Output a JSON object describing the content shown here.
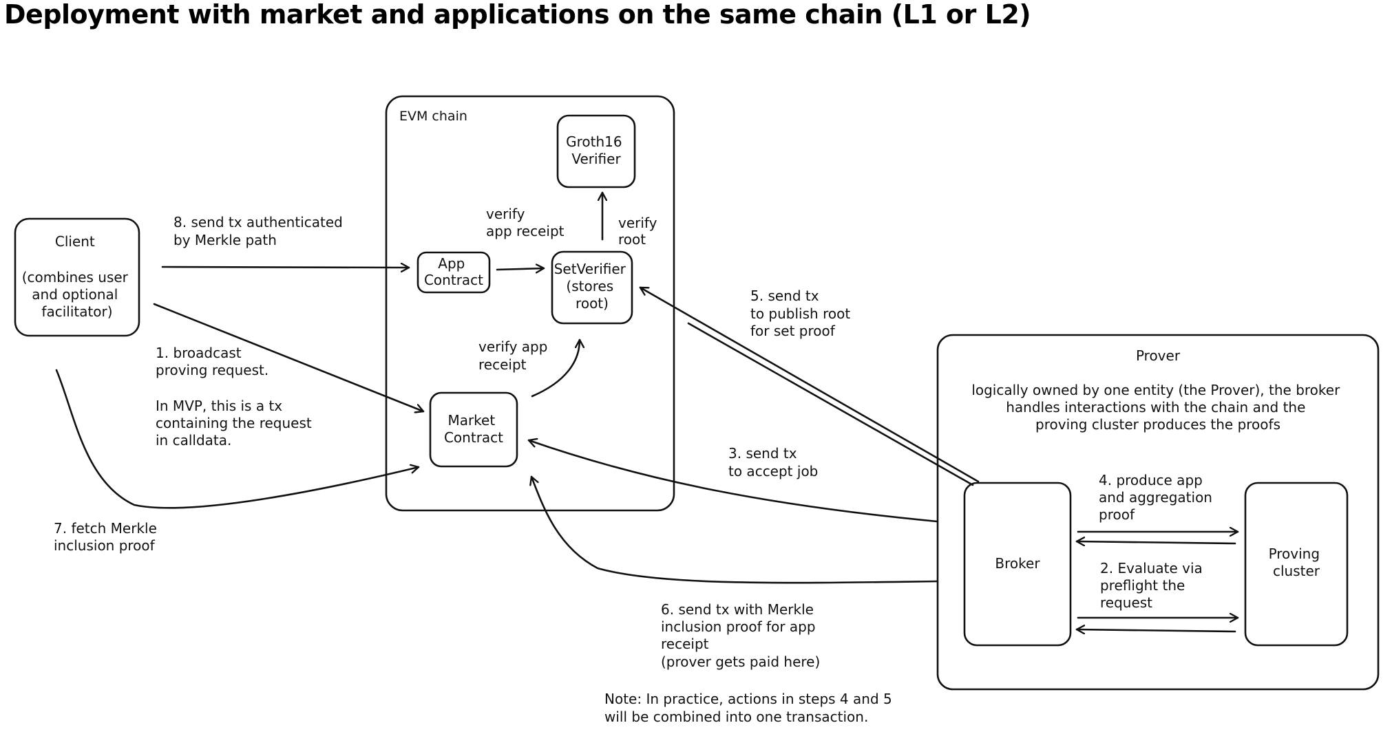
{
  "title": "Deployment with market and applications on the same chain (L1 or L2)",
  "containers": {
    "evm_chain": {
      "label": "EVM chain"
    },
    "prover": {
      "label": "Prover",
      "description": [
        "logically owned by one entity (the Prover), the broker",
        "handles interactions with the chain and the",
        "proving cluster produces the proofs"
      ]
    }
  },
  "nodes": {
    "client": {
      "lines": [
        "Client",
        "",
        "(combines user",
        "and optional",
        "facilitator)"
      ]
    },
    "groth16": {
      "lines": [
        "Groth16",
        "Verifier"
      ]
    },
    "app_contract": {
      "lines": [
        "App",
        "Contract"
      ]
    },
    "set_verifier": {
      "lines": [
        "SetVerifier",
        "(stores",
        "root)"
      ]
    },
    "market_contract": {
      "lines": [
        "Market",
        "Contract"
      ]
    },
    "broker": {
      "lines": [
        "Broker"
      ]
    },
    "proving_cluster": {
      "lines": [
        "Proving",
        "cluster"
      ]
    }
  },
  "edges": {
    "e1": {
      "lines": [
        "1. broadcast",
        "proving request.",
        "",
        "In MVP, this is a tx",
        "containing the request",
        "in calldata."
      ]
    },
    "e2": {
      "lines": [
        "2. Evaluate via",
        "preflight the",
        "request"
      ]
    },
    "e3": {
      "lines": [
        "3. send tx",
        "to accept job"
      ]
    },
    "e4": {
      "lines": [
        "4. produce app",
        "and aggregation",
        "proof"
      ]
    },
    "e5": {
      "lines": [
        "5. send tx",
        "to publish root",
        "for set proof"
      ]
    },
    "e6": {
      "lines": [
        "6. send tx with Merkle",
        "inclusion proof for app",
        "receipt",
        "(prover gets paid here)"
      ]
    },
    "e7": {
      "lines": [
        "7. fetch Merkle",
        "inclusion proof"
      ]
    },
    "e8": {
      "lines": [
        "8. send tx authenticated",
        "by Merkle path"
      ]
    },
    "verify_app_receipt_top": {
      "lines": [
        "verify",
        "app receipt"
      ]
    },
    "verify_root": {
      "lines": [
        "verify",
        "root"
      ]
    },
    "verify_app_receipt_market": {
      "lines": [
        "verify app",
        "receipt"
      ]
    }
  },
  "note": {
    "lines": [
      "Note: In practice, actions in steps 4 and 5",
      "will be combined into one transaction."
    ]
  }
}
